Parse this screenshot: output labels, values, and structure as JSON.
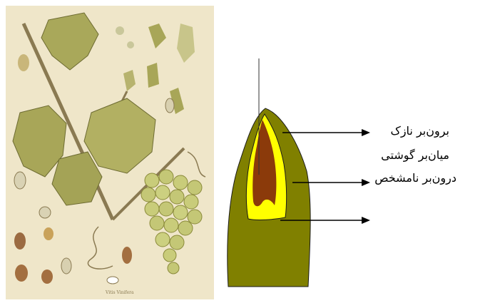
{
  "labels": {
    "exocarp": "برون‌بر نازک",
    "mesocarp": "میان‌بر گوشتی",
    "endocarp": "درون‌بر نامشخص"
  },
  "colors": {
    "exocarp": "#808000",
    "mesocarp": "#ffff00",
    "endocarp": "#8b3a0a",
    "plate_background": "#efe6c9"
  },
  "plate_caption": "Vitis Vinifera"
}
